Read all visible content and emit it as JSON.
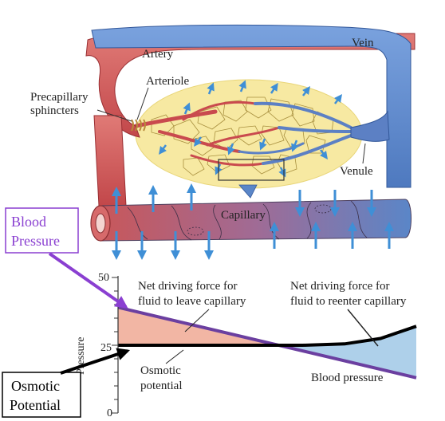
{
  "anatomy": {
    "artery": "Artery",
    "vein": "Vein",
    "arteriole": "Arteriole",
    "precapillary_line1": "Precapillary",
    "precapillary_line2": "sphincters",
    "venule": "Venule",
    "capillary": "Capillary"
  },
  "callouts": {
    "blood_pressure_line1": "Blood",
    "blood_pressure_line2": "Pressure",
    "osmotic_line1": "Osmotic",
    "osmotic_line2": "Potential",
    "blood_pressure_color": "#8a3fd1"
  },
  "chart_data": {
    "type": "line",
    "ylabel": "Pressure",
    "yticks": [
      "50",
      "25",
      "0"
    ],
    "ylim": [
      0,
      50
    ],
    "series": [
      {
        "name": "Blood pressure",
        "color": "#6b3fa0",
        "x": [
          0,
          1
        ],
        "values": [
          39,
          13
        ]
      },
      {
        "name": "Osmotic potential",
        "color": "#000000",
        "x": [
          0,
          0.62,
          0.76,
          0.88,
          1
        ],
        "values": [
          25,
          25,
          25.5,
          27.5,
          32
        ]
      }
    ],
    "annotations": {
      "leave_line1": "Net driving force for",
      "leave_line2": "fluid to leave capillary",
      "reenter_line1": "Net driving force for",
      "reenter_line2": "fluid to reenter capillary",
      "osmotic_line1": "Osmotic",
      "osmotic_line2": "potential",
      "blood_pressure": "Blood pressure"
    },
    "colors": {
      "leave_fill": "#f2b6a4",
      "reenter_fill": "#aed0ea"
    }
  }
}
